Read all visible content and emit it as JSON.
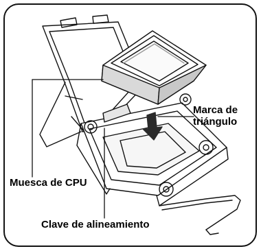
{
  "labels": {
    "cpu_notch": "Muesca de CPU",
    "alignment_key": "Clave de alineamiento",
    "triangle_mark_line1": "Marca de",
    "triangle_mark_line2": "triángulo"
  },
  "colors": {
    "outline": "#111111",
    "arrow_fill": "#2a2a2a",
    "cpu_face": "#ffffff",
    "shade": "#bdbdbd"
  }
}
